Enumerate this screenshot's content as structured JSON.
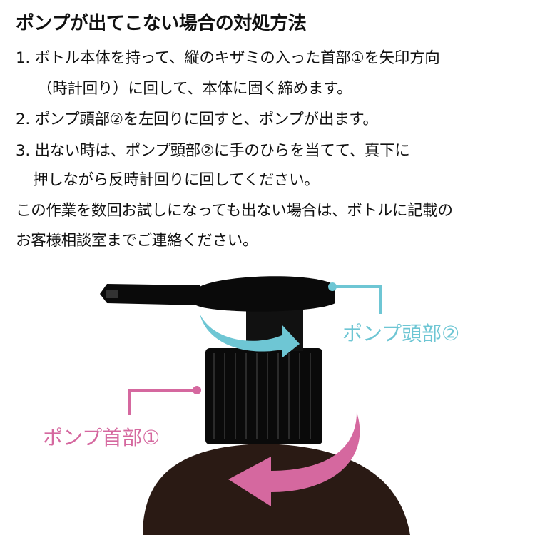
{
  "title": "ポンプが出てこない場合の対処方法",
  "steps": [
    "1. ボトル本体を持って、縦のキザミの入った首部①を矢印方向",
    "（時計回り）に回して、本体に固く締めます。",
    "2. ポンプ頭部②を左回りに回すと、ポンプが出ます。",
    "3. 出ない時は、ポンプ頭部②に手のひらを当てて、真下に",
    "押しながら反時計回りに回してください。",
    "この作業を数回お試しになっても出ない場合は、ボトルに記載の",
    "お客様相談室までご連絡ください。"
  ],
  "labels": {
    "pump_head": "ポンプ頭部②",
    "pump_neck": "ポンプ首部①"
  },
  "colors": {
    "teal": "#6ec6d4",
    "pink": "#d5689f",
    "bottle": "#2a1a14"
  }
}
